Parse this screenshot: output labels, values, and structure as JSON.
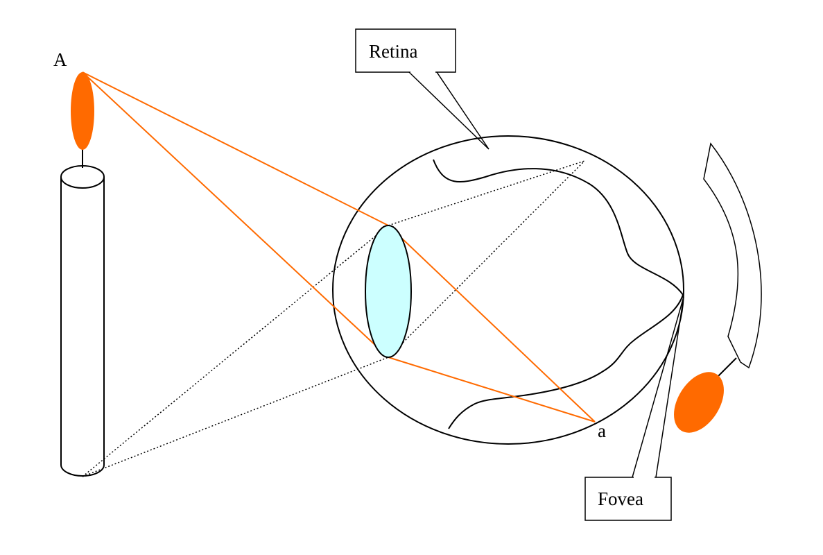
{
  "labels": {
    "object_top": "A",
    "image_point": "a",
    "retina": "Retina",
    "fovea": "Fovea"
  },
  "colors": {
    "flame": "#ff6a00",
    "lens": "#ccffff",
    "ray": "#ff6a00",
    "outline": "#000000"
  }
}
